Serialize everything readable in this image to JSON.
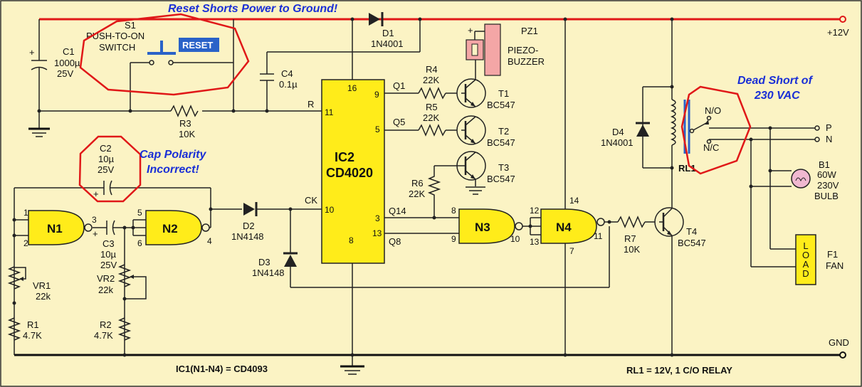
{
  "annotations": {
    "reset_note": "Reset Shorts Power to Ground!",
    "cap_note_line1": "Cap Polarity",
    "cap_note_line2": "Incorrect!",
    "short_note_line1": "Dead Short of",
    "short_note_line2": "230 VAC"
  },
  "rails": {
    "vcc": "+12V",
    "gnd": "GND"
  },
  "footer": {
    "ic1": "IC1(N1-N4) = CD4093",
    "relay": "RL1 = 12V, 1 C/O RELAY"
  },
  "ic2": {
    "name": "IC2",
    "part": "CD4020",
    "pins": {
      "p16": "16",
      "p9": "9",
      "p5": "5",
      "p3": "3",
      "p13": "13",
      "p11": "11",
      "p10": "10",
      "p8": "8"
    },
    "labels": {
      "q1": "Q1",
      "q5": "Q5",
      "q14": "Q14",
      "q8": "Q8",
      "r": "R",
      "ck": "CK"
    }
  },
  "gates": {
    "n1": {
      "name": "N1",
      "in_a": "1",
      "in_b": "2",
      "out": "3"
    },
    "n2": {
      "name": "N2",
      "in_a": "5",
      "in_b": "6",
      "out": "4"
    },
    "n3": {
      "name": "N3",
      "in_a": "8",
      "in_b": "9",
      "out": "10"
    },
    "n4": {
      "name": "N4",
      "in_a": "12",
      "in_b": "13",
      "out": "11",
      "vdd": "14",
      "vss": "7"
    }
  },
  "components": {
    "s1": {
      "ref": "S1",
      "desc1": "PUSH-TO-ON",
      "desc2": "SWITCH",
      "button": "RESET"
    },
    "c1": {
      "ref": "C1",
      "value": "1000µ",
      "rating": "25V"
    },
    "c2": {
      "ref": "C2",
      "value": "10µ",
      "rating": "25V"
    },
    "c3": {
      "ref": "C3",
      "value": "10µ",
      "rating": "25V"
    },
    "c4": {
      "ref": "C4",
      "value": "0.1µ"
    },
    "d1": {
      "ref": "D1",
      "part": "1N4001"
    },
    "d2": {
      "ref": "D2",
      "part": "1N4148"
    },
    "d3": {
      "ref": "D3",
      "part": "1N4148"
    },
    "d4": {
      "ref": "D4",
      "part": "1N4001"
    },
    "r1": {
      "ref": "R1",
      "value": "4.7K"
    },
    "r2": {
      "ref": "R2",
      "value": "4.7K"
    },
    "r3": {
      "ref": "R3",
      "value": "10K"
    },
    "r4": {
      "ref": "R4",
      "value": "22K"
    },
    "r5": {
      "ref": "R5",
      "value": "22K"
    },
    "r6": {
      "ref": "R6",
      "value": "22K"
    },
    "r7": {
      "ref": "R7",
      "value": "10K"
    },
    "vr1": {
      "ref": "VR1",
      "value": "22k"
    },
    "vr2": {
      "ref": "VR2",
      "value": "22k"
    },
    "t1": {
      "ref": "T1",
      "part": "BC547"
    },
    "t2": {
      "ref": "T2",
      "part": "BC547"
    },
    "t3": {
      "ref": "T3",
      "part": "BC547"
    },
    "t4": {
      "ref": "T4",
      "part": "BC547"
    },
    "pz1": {
      "ref": "PZ1",
      "desc1": "PIEZO-",
      "desc2": "BUZZER",
      "plus": "+"
    },
    "rl1": {
      "ref": "RL1",
      "no": "N/O",
      "nc": "N/C"
    },
    "b1": {
      "ref": "B1",
      "watts": "60W",
      "volts": "230V",
      "desc": "BULB"
    },
    "f1": {
      "ref": "F1",
      "desc": "FAN",
      "load": "LOAD"
    },
    "mains": {
      "p": "P",
      "n": "N"
    },
    "polarity": {
      "plus": "+"
    }
  },
  "colors": {
    "background": "#fbf3c4",
    "ic_fill": "#ffec1a",
    "annotation": "#1a2fd6",
    "highlight": "#e01818",
    "buzzer": "#f4a6a6",
    "bulb": "#f0b8d0",
    "button": "#2a62c8"
  }
}
